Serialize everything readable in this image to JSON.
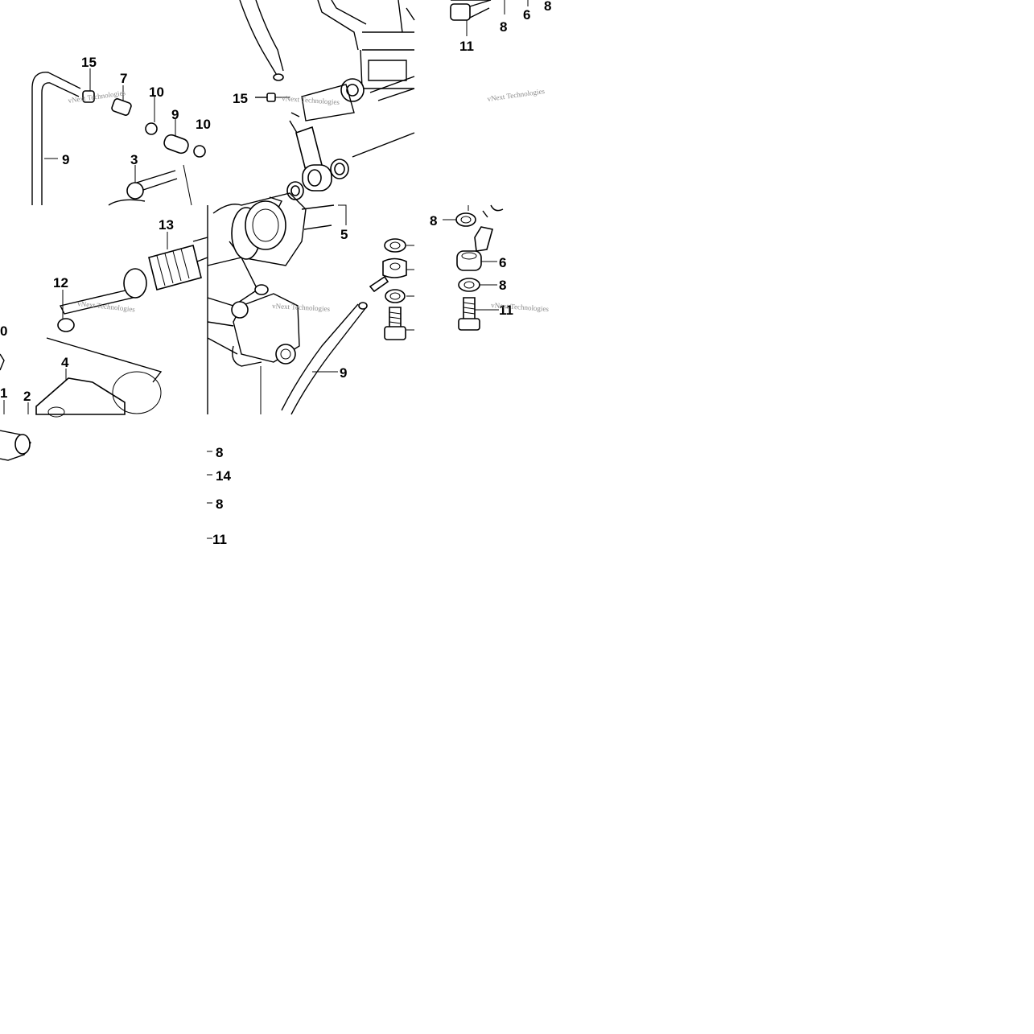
{
  "callouts": {
    "top_right_11": "11",
    "top_right_8a": "8",
    "top_right_6": "6",
    "top_right_8b": "8",
    "left_15": "15",
    "left_7": "7",
    "left_10a": "10",
    "left_9a": "9",
    "left_10b": "10",
    "left_9_hose": "9",
    "left_3": "3",
    "mid_15": "15",
    "mid_5": "5",
    "mid_9": "9",
    "p13": "13",
    "p12": "12",
    "p10_edge": "0",
    "p4": "4",
    "p1": "1",
    "p2": "2",
    "right_8a": "8",
    "right_6": "6",
    "right_8b": "8",
    "right_11": "11",
    "bottom_8a": "8",
    "bottom_14": "14",
    "bottom_8b": "8",
    "bottom_11": "11"
  },
  "watermark": {
    "text": "vNext Technologies"
  },
  "colors": {
    "line": "#000000",
    "background": "#ffffff",
    "watermark": "#8a8a8a"
  }
}
